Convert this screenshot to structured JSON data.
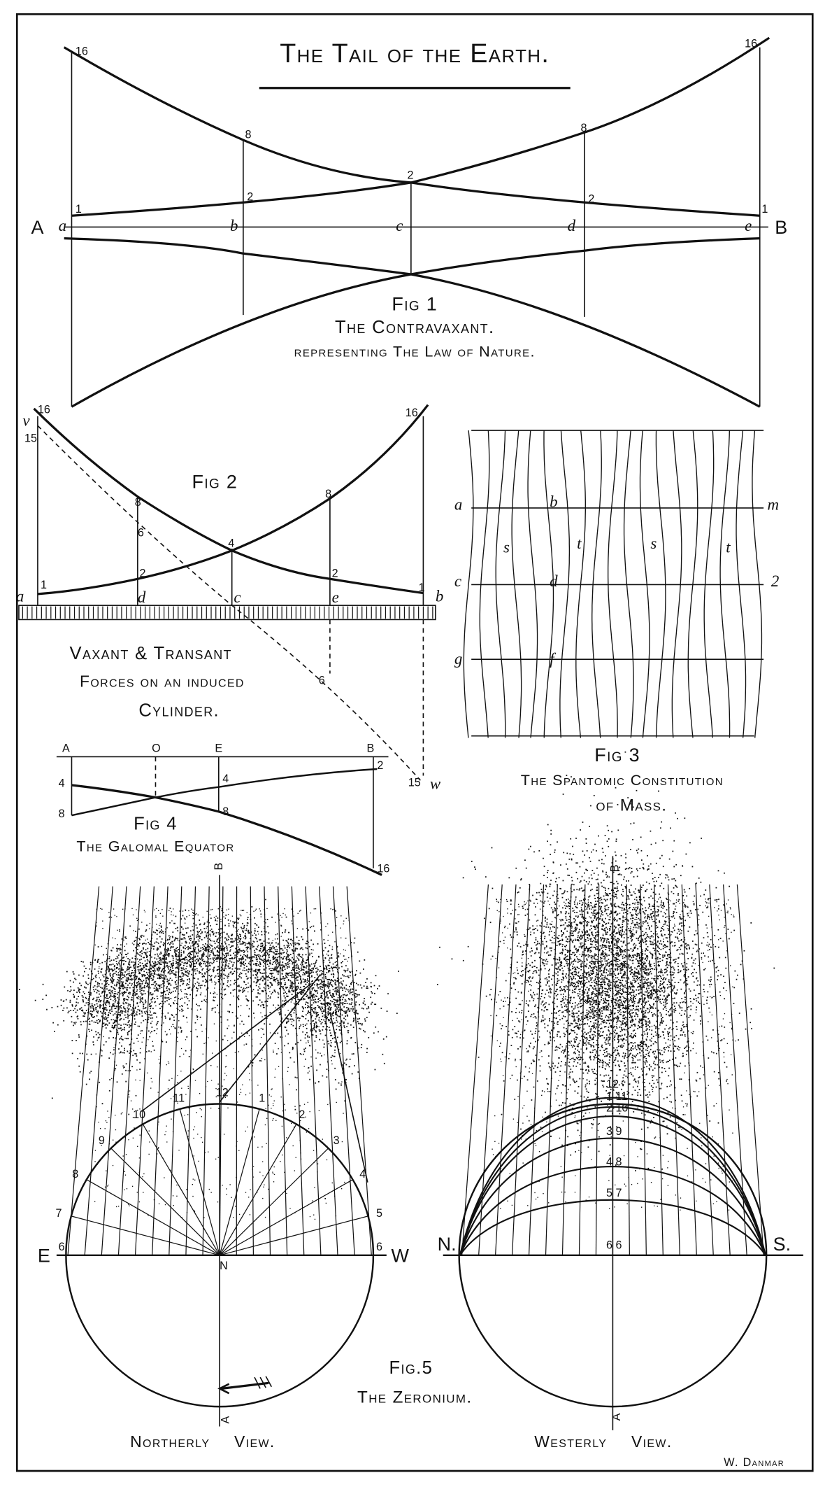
{
  "title": "The Tail of the Earth.",
  "fig1": {
    "fig": "Fig 1",
    "caption1": "The Contravaxant.",
    "caption2": "representing The Law of Nature.",
    "A": "A",
    "B": "B",
    "a": "a",
    "b": "b",
    "c": "c",
    "d": "d",
    "e": "e",
    "numbers": [
      "16",
      "8",
      "2",
      "1",
      "16",
      "8",
      "2",
      "1",
      "2"
    ]
  },
  "fig2": {
    "fig": "Fig 2",
    "caption": [
      "Vaxant & Transant",
      "Forces on an induced",
      "Cylinder."
    ],
    "letters": {
      "v": "v",
      "a": "a",
      "d": "d",
      "c": "c",
      "e": "e",
      "b": "b",
      "w": "w"
    },
    "numbers": [
      "16",
      "15",
      "16",
      "8",
      "6",
      "2",
      "4",
      "8",
      "2",
      "1",
      "1",
      "6",
      "15"
    ]
  },
  "fig3": {
    "fig": "Fig 3",
    "caption1": "The Spantomic Constitution",
    "caption2": "of Mass.",
    "letters": [
      "a",
      "b",
      "m",
      "s",
      "t",
      "s",
      "t",
      "c",
      "d",
      "2",
      "g",
      "f"
    ]
  },
  "fig4": {
    "fig": "Fig 4",
    "caption": "The Galomal Equator",
    "points": [
      "A",
      "O",
      "E",
      "B"
    ],
    "numbers": [
      "4",
      "8",
      "4",
      "8",
      "2",
      "16"
    ]
  },
  "fig5": {
    "fig": "Fig.5",
    "caption": "The Zeronium.",
    "northerly": {
      "label": "Northerly View.",
      "E": "E",
      "W": "W",
      "N": "N",
      "B": "B",
      "A": "A",
      "hours": [
        "6",
        "5",
        "4",
        "3",
        "2",
        "1",
        "12",
        "11",
        "10",
        "9",
        "8",
        "7",
        "6"
      ]
    },
    "westerly": {
      "label": "Westerly View.",
      "N": "N.",
      "S": "S.",
      "B": "B",
      "A": "A",
      "pairs": [
        "12",
        "1 11",
        "2 10",
        "3 9",
        "4 8",
        "5 7",
        "6 6"
      ]
    }
  },
  "signature": "W. Danmar",
  "colors": {
    "ink": "#111111",
    "paper": "#ffffff"
  }
}
